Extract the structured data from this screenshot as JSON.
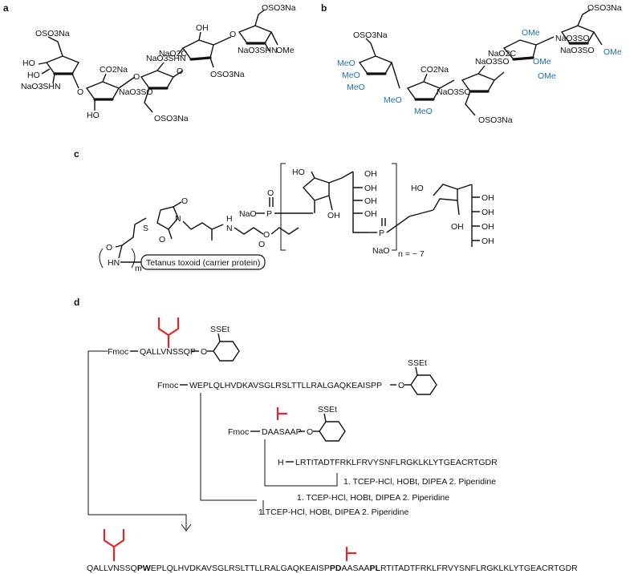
{
  "panels": {
    "a": "a",
    "b": "b",
    "c": "c",
    "d": "d"
  },
  "panel_a": {
    "oso3na_top_right": "OSO3Na",
    "oso3na_left": "OSO3Na",
    "ho_1": "HO",
    "ho_2": "HO",
    "nahso3_left": "NaO3SHN",
    "co2na": "CO2Na",
    "ho_3": "HO",
    "nao2c": "NaO2C",
    "oh_1": "OH",
    "nao3sshn": "NaO3SHN",
    "nahn_right": "NaO3SHN",
    "ome": "OMe",
    "nao3so": "NaO3SO",
    "oso3na_mid": "OSO3Na",
    "oso3na_bottom": "OSO3Na",
    "o1": "O",
    "o2": "O",
    "o3": "O",
    "o4": "O"
  },
  "panel_b": {
    "oso3na_top_right": "OSO3Na",
    "oso3na_left": "OSO3Na",
    "meo_1": "MeO",
    "meo_2": "MeO",
    "meo_3": "MeO",
    "co2na": "CO2Na",
    "meo_4": "MeO",
    "meo_5": "MeO",
    "nao2c": "NaO2C",
    "ome_1": "OMe",
    "ome_2": "OMe",
    "ome_3": "OMe",
    "nao3so_1": "NaO3SO",
    "nao3so_2": "NaO3SO",
    "nao3so_3": "NaO3SO",
    "nao3so_right": "NaO3SO",
    "oso3na_bottom": "OSO3Na",
    "ome_end": "OMe"
  },
  "panel_c": {
    "nao_1": "NaO",
    "p_1": "P",
    "o_1": "O",
    "s": "S",
    "n": "N",
    "o_s1": "O",
    "o_s2": "O",
    "h_n": "H",
    "n_amide": "N",
    "o_amide": "O",
    "o_chain": "O",
    "o_tail": "O",
    "ho_sugar": "HO",
    "oh": [
      "OH",
      "OH",
      "OH",
      "OH",
      "OH"
    ],
    "oh_right": [
      "OH",
      "OH",
      "OH",
      "OH",
      "OH"
    ],
    "ho_sugar2": "HO",
    "p_2": "P",
    "nao_2": "NaO",
    "n_repeat": "n = ~ 7",
    "hn": "HN",
    "m": "m",
    "carrier": "Tetanus toxoid (carrier protein)"
  },
  "panel_d": {
    "seg1_prefix": "Fmoc",
    "seg1_seq": "QALLVNSSQP",
    "seg2_prefix": "Fmoc",
    "seg2_seq": "WEPLQLHVDKAVSGLRSLTTLLRALGAQKEAISPP",
    "seg3_prefix": "Fmoc",
    "seg3_seq": "DAASAAP",
    "seg4_prefix": "H",
    "seg4_seq": "LRTITADTFRKLFRVYSNFLRGKLKLYTGEACRTGDR",
    "sset": [
      "SSEt",
      "SSEt",
      "SSEt"
    ],
    "o_link": [
      "O",
      "O",
      "O"
    ],
    "cond1": "1. TCEP-HCl, HOBt, DIPEA 2. Piperidine",
    "cond2": "1. TCEP-HCl, HOBt, DIPEA 2. Piperidine",
    "cond3": "1.TCEP-HCl, HOBt, DIPEA 2. Piperidine",
    "final_parts": [
      "QALLVNSSQ",
      "PW",
      "EPLQLHVDKAVSGLRSLTTLLRALGAQKEAISP",
      "PD",
      "AASAA",
      "PL",
      "RTITADTFRKLFRVYSNFLRGKLKLYTGEACRTGDR"
    ]
  }
}
